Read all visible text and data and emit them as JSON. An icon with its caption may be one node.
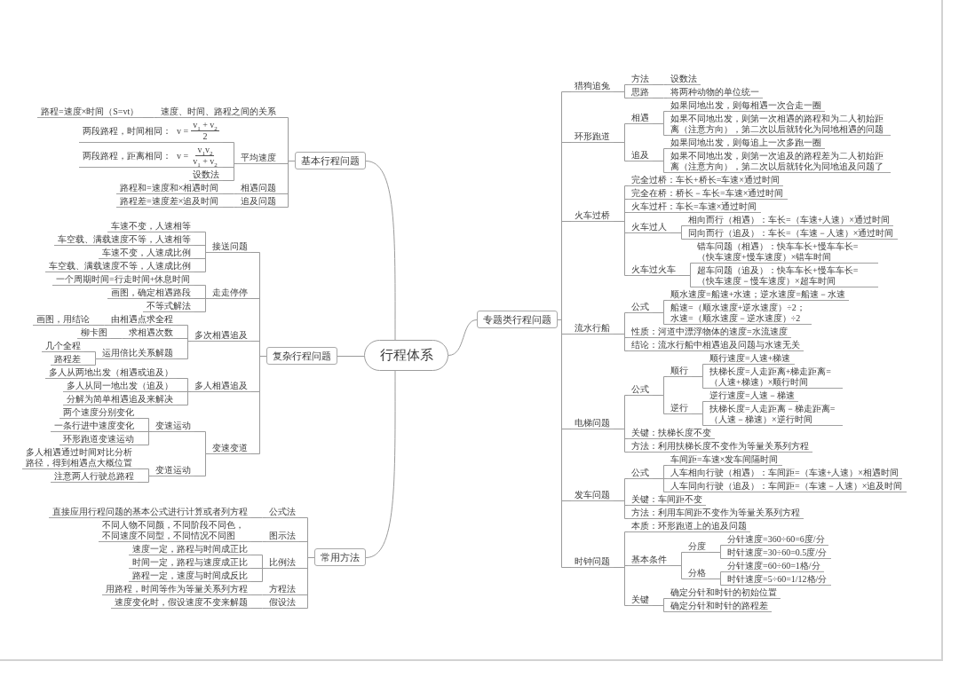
{
  "diagram": {
    "nodes": [
      {
        "text": [
          "行程体系"
        ]
      },
      {
        "text": [
          "基本行程问题"
        ]
      },
      {
        "text": [
          "速度、时间、路程之间的关系"
        ]
      },
      {
        "text": [
          "路程=速度×时间（S=vt）"
        ]
      },
      {
        "text": [
          "平均速度"
        ]
      },
      {
        "text": [
          "两段路程，时间相同：",
          "v =",
          "v$_{1}$ + v$_{2}$",
          "2"
        ]
      },
      {
        "text": [
          "两段路程，距离相同：",
          "v =",
          "v$_{1}$v$_{2}$",
          "v$_{1}$ + v$_{2}$"
        ]
      },
      {
        "text": [
          "设数法"
        ]
      },
      {
        "text": [
          "相遇问题"
        ]
      },
      {
        "text": [
          "路程和=速度和×相遇时间"
        ]
      },
      {
        "text": [
          "追及问题"
        ]
      },
      {
        "text": [
          "路程差=速度差×追及时间"
        ]
      },
      {
        "text": [
          "复杂行程问题"
        ]
      },
      {
        "text": [
          "接送问题"
        ]
      },
      {
        "text": [
          "车速不变，人速相等"
        ]
      },
      {
        "text": [
          "车空载、满载速度不等，人速相等"
        ]
      },
      {
        "text": [
          "车速不变，人速成比例"
        ]
      },
      {
        "text": [
          "车空载、满载速度不等，人速成比例"
        ]
      },
      {
        "text": [
          "走走停停"
        ]
      },
      {
        "text": [
          "一个周期时间=行走时间+休息时间"
        ]
      },
      {
        "text": [
          "画图，确定相遇路段"
        ]
      },
      {
        "text": [
          "不等式解法"
        ]
      },
      {
        "text": [
          "多次相遇追及"
        ]
      },
      {
        "text": [
          "由相遇点求全程"
        ]
      },
      {
        "text": [
          "画图，用结论"
        ]
      },
      {
        "text": [
          "求相遇次数"
        ]
      },
      {
        "text": [
          "柳卡图"
        ]
      },
      {
        "text": [
          "运用倍比关系解题"
        ]
      },
      {
        "text": [
          "几个全程"
        ]
      },
      {
        "text": [
          "路程差"
        ]
      },
      {
        "text": [
          "多人相遇追及"
        ]
      },
      {
        "text": [
          "多人从两地出发（相遇或追及）"
        ]
      },
      {
        "text": [
          "多人从同一地出发（追及）"
        ]
      },
      {
        "text": [
          "分解为简单相遇追及来解决"
        ]
      },
      {
        "text": [
          "变速变道"
        ]
      },
      {
        "text": [
          "变速运动"
        ]
      },
      {
        "text": [
          "两个速度分别变化"
        ]
      },
      {
        "text": [
          "一条行进中速度变化"
        ]
      },
      {
        "text": [
          "环形跑道变速运动"
        ]
      },
      {
        "text": [
          "变道运动"
        ]
      },
      {
        "text": [
          "多人相遇通过时间对比分析路径，得到相遇点大概位置"
        ]
      },
      {
        "text": [
          "注意两人行驶总路程"
        ]
      },
      {
        "text": [
          "常用方法"
        ]
      },
      {
        "text": [
          "公式法"
        ]
      },
      {
        "text": [
          "直接应用行程问题的基本公式进行计算或者列方程"
        ]
      },
      {
        "text": [
          "图示法"
        ]
      },
      {
        "text": [
          "不同人物不同颜，不同阶段不同色，不同速度不同型，不同情况不同图"
        ]
      },
      {
        "text": [
          "比例法"
        ]
      },
      {
        "text": [
          "速度一定，路程与时间成正比"
        ]
      },
      {
        "text": [
          "时间一定，路程与速度成正比"
        ]
      },
      {
        "text": [
          "路程一定，速度与时间成反比"
        ]
      },
      {
        "text": [
          "方程法"
        ]
      },
      {
        "text": [
          "用路程，时间等作为等量关系列方程"
        ]
      },
      {
        "text": [
          "假设法"
        ]
      },
      {
        "text": [
          "速度变化时，假设速度不变来解题"
        ]
      },
      {
        "text": [
          "专题类行程问题"
        ]
      },
      {
        "text": [
          "猎狗追兔"
        ]
      },
      {
        "text": [
          "方法"
        ]
      },
      {
        "text": [
          "设数法"
        ]
      },
      {
        "text": [
          "思路"
        ]
      },
      {
        "text": [
          "将两种动物的单位统一"
        ]
      },
      {
        "text": [
          "环形跑道"
        ]
      },
      {
        "text": [
          "相遇"
        ]
      },
      {
        "text": [
          "如果同地出发，则每相遇一次合走一圈"
        ]
      },
      {
        "text": [
          "如果不同地出发，则第一次相遇的路程和为二人初始距离（注意方向），第二次以后就转化为同地相遇的问题"
        ]
      },
      {
        "text": [
          "追及"
        ]
      },
      {
        "text": [
          "如果同地出发，则每追上一次多跑一圈"
        ]
      },
      {
        "text": [
          "如果不同地出发，则第一次追及的路程差为二人初始距离（注意方向），第二次以后就转化为同地追及问题了"
        ]
      },
      {
        "text": [
          "火车过桥"
        ]
      },
      {
        "text": [
          "完全过桥：车长+桥长=车速×通过时间"
        ]
      },
      {
        "text": [
          "完全在桥：桥长－车长=车速×通过时间"
        ]
      },
      {
        "text": [
          "火车过杆：车长=车速×通过时间"
        ]
      },
      {
        "text": [
          "火车过人"
        ]
      },
      {
        "text": [
          "相向而行（相遇）：车长=（车速+人速）×通过时间"
        ]
      },
      {
        "text": [
          "同向而行（追及）：车长=（车速－人速）×通过时间"
        ]
      },
      {
        "text": [
          "火车过火车"
        ]
      },
      {
        "text": [
          "错车问题（相遇）：快车车长+慢车车长=（快车速度+慢车速度）×错车时间"
        ]
      },
      {
        "text": [
          "超车问题（追及）：快车车长+慢车车长=（快车速度－慢车速度）×超车时间"
        ]
      },
      {
        "text": [
          "流水行船"
        ]
      },
      {
        "text": [
          "公式"
        ]
      },
      {
        "text": [
          "顺水速度=船速+水速；逆水速度=船速－水速"
        ]
      },
      {
        "text": [
          "船速=（顺水速度+逆水速度）÷2；水速=（顺水速度－逆水速度）÷2"
        ]
      },
      {
        "text": [
          "性质：河道中漂浮物体的速度=水流速度"
        ]
      },
      {
        "text": [
          "结论：流水行船中相遇追及问题与水速无关"
        ]
      },
      {
        "text": [
          "电梯问题"
        ]
      },
      {
        "text": [
          "公式"
        ]
      },
      {
        "text": [
          "顺行"
        ]
      },
      {
        "text": [
          "顺行速度=人速+梯速"
        ]
      },
      {
        "text": [
          "扶梯长度=人走距离+梯走距离=（人速+梯速）×顺行时间"
        ]
      },
      {
        "text": [
          "逆行"
        ]
      },
      {
        "text": [
          "逆行速度=人速－梯速"
        ]
      },
      {
        "text": [
          "扶梯长度=人走距离－梯走距离=（人速－梯速）×逆行时间"
        ]
      },
      {
        "text": [
          "关键：扶梯长度不变"
        ]
      },
      {
        "text": [
          "方法：利用扶梯长度不变作为等量关系列方程"
        ]
      },
      {
        "text": [
          "发车问题"
        ]
      },
      {
        "text": [
          "公式"
        ]
      },
      {
        "text": [
          "车间距=车速×发车间隔时间"
        ]
      },
      {
        "text": [
          "人车相向行驶（相遇）：车间距=（车速+人速）×相遇时间"
        ]
      },
      {
        "text": [
          "人车同向行驶（追及）：车间距=（车速－人速）×追及时间"
        ]
      },
      {
        "text": [
          "关键：车间距不变"
        ]
      },
      {
        "text": [
          "方法：利用车间距不变作为等量关系列方程"
        ]
      },
      {
        "text": [
          "时钟问题"
        ]
      },
      {
        "text": [
          "本质：环形跑道上的追及问题"
        ]
      },
      {
        "text": [
          "基本条件"
        ]
      },
      {
        "text": [
          "分度"
        ]
      },
      {
        "text": [
          "分针速度=360÷60=6度/分"
        ]
      },
      {
        "text": [
          "时针速度=30÷60=0.5度/分"
        ]
      },
      {
        "text": [
          "分格"
        ]
      },
      {
        "text": [
          "分针速度=60÷60=1格/分"
        ]
      },
      {
        "text": [
          "时针速度=5÷60=1/12格/分"
        ]
      },
      {
        "text": [
          "关键"
        ]
      },
      {
        "text": [
          "确定分针和时针的初始位置"
        ]
      },
      {
        "text": [
          "确定分针和时针的路程差"
        ]
      }
    ],
    "edges": [
      {
        "from": 0,
        "to": 1,
        "arrow": "none"
      },
      {
        "from": 1,
        "to": 2,
        "arrow": "none"
      },
      {
        "from": 2,
        "to": 3,
        "arrow": "none"
      },
      {
        "from": 1,
        "to": 4,
        "arrow": "none"
      },
      {
        "from": 4,
        "to": 5,
        "arrow": "none"
      },
      {
        "from": 4,
        "to": 6,
        "arrow": "none"
      },
      {
        "from": 4,
        "to": 7,
        "arrow": "none"
      },
      {
        "from": 1,
        "to": 8,
        "arrow": "none"
      },
      {
        "from": 8,
        "to": 9,
        "arrow": "none"
      },
      {
        "from": 1,
        "to": 10,
        "arrow": "none"
      },
      {
        "from": 10,
        "to": 11,
        "arrow": "none"
      },
      {
        "from": 0,
        "to": 12,
        "arrow": "none"
      },
      {
        "from": 12,
        "to": 13,
        "arrow": "none"
      },
      {
        "from": 13,
        "to": 14,
        "arrow": "none"
      },
      {
        "from": 13,
        "to": 15,
        "arrow": "none"
      },
      {
        "from": 13,
        "to": 16,
        "arrow": "none"
      },
      {
        "from": 13,
        "to": 17,
        "arrow": "none"
      },
      {
        "from": 12,
        "to": 18,
        "arrow": "none"
      },
      {
        "from": 18,
        "to": 19,
        "arrow": "none"
      },
      {
        "from": 18,
        "to": 20,
        "arrow": "none"
      },
      {
        "from": 18,
        "to": 21,
        "arrow": "none"
      },
      {
        "from": 12,
        "to": 22,
        "arrow": "none"
      },
      {
        "from": 22,
        "to": 23,
        "arrow": "none"
      },
      {
        "from": 23,
        "to": 24,
        "arrow": "none"
      },
      {
        "from": 22,
        "to": 25,
        "arrow": "none"
      },
      {
        "from": 25,
        "to": 26,
        "arrow": "none"
      },
      {
        "from": 22,
        "to": 27,
        "arrow": "none"
      },
      {
        "from": 27,
        "to": 28,
        "arrow": "none"
      },
      {
        "from": 27,
        "to": 29,
        "arrow": "none"
      },
      {
        "from": 12,
        "to": 30,
        "arrow": "none"
      },
      {
        "from": 30,
        "to": 31,
        "arrow": "none"
      },
      {
        "from": 30,
        "to": 32,
        "arrow": "none"
      },
      {
        "from": 30,
        "to": 33,
        "arrow": "none"
      },
      {
        "from": 12,
        "to": 34,
        "arrow": "none"
      },
      {
        "from": 34,
        "to": 35,
        "arrow": "none"
      },
      {
        "from": 35,
        "to": 36,
        "arrow": "none"
      },
      {
        "from": 35,
        "to": 37,
        "arrow": "none"
      },
      {
        "from": 35,
        "to": 38,
        "arrow": "none"
      },
      {
        "from": 34,
        "to": 39,
        "arrow": "none"
      },
      {
        "from": 39,
        "to": 40,
        "arrow": "none"
      },
      {
        "from": 39,
        "to": 41,
        "arrow": "none"
      },
      {
        "from": 0,
        "to": 42,
        "arrow": "none"
      },
      {
        "from": 42,
        "to": 43,
        "arrow": "none"
      },
      {
        "from": 43,
        "to": 44,
        "arrow": "none"
      },
      {
        "from": 42,
        "to": 45,
        "arrow": "none"
      },
      {
        "from": 45,
        "to": 46,
        "arrow": "none"
      },
      {
        "from": 42,
        "to": 47,
        "arrow": "none"
      },
      {
        "from": 47,
        "to": 48,
        "arrow": "none"
      },
      {
        "from": 47,
        "to": 49,
        "arrow": "none"
      },
      {
        "from": 47,
        "to": 50,
        "arrow": "none"
      },
      {
        "from": 42,
        "to": 51,
        "arrow": "none"
      },
      {
        "from": 51,
        "to": 52,
        "arrow": "none"
      },
      {
        "from": 42,
        "to": 53,
        "arrow": "none"
      },
      {
        "from": 53,
        "to": 54,
        "arrow": "none"
      },
      {
        "from": 0,
        "to": 55,
        "arrow": "none"
      },
      {
        "from": 55,
        "to": 56,
        "arrow": "none"
      },
      {
        "from": 56,
        "to": 57,
        "arrow": "none"
      },
      {
        "from": 57,
        "to": 58,
        "arrow": "none"
      },
      {
        "from": 56,
        "to": 59,
        "arrow": "none"
      },
      {
        "from": 59,
        "to": 60,
        "arrow": "none"
      },
      {
        "from": 55,
        "to": 61,
        "arrow": "none"
      },
      {
        "from": 61,
        "to": 62,
        "arrow": "none"
      },
      {
        "from": 62,
        "to": 63,
        "arrow": "none"
      },
      {
        "from": 62,
        "to": 64,
        "arrow": "none"
      },
      {
        "from": 61,
        "to": 65,
        "arrow": "none"
      },
      {
        "from": 65,
        "to": 66,
        "arrow": "none"
      },
      {
        "from": 65,
        "to": 67,
        "arrow": "none"
      },
      {
        "from": 55,
        "to": 68,
        "arrow": "none"
      },
      {
        "from": 68,
        "to": 69,
        "arrow": "none"
      },
      {
        "from": 68,
        "to": 70,
        "arrow": "none"
      },
      {
        "from": 68,
        "to": 71,
        "arrow": "none"
      },
      {
        "from": 68,
        "to": 72,
        "arrow": "none"
      },
      {
        "from": 72,
        "to": 73,
        "arrow": "none"
      },
      {
        "from": 72,
        "to": 74,
        "arrow": "none"
      },
      {
        "from": 68,
        "to": 75,
        "arrow": "none"
      },
      {
        "from": 75,
        "to": 76,
        "arrow": "none"
      },
      {
        "from": 75,
        "to": 77,
        "arrow": "none"
      },
      {
        "from": 55,
        "to": 78,
        "arrow": "none"
      },
      {
        "from": 78,
        "to": 79,
        "arrow": "none"
      },
      {
        "from": 79,
        "to": 80,
        "arrow": "none"
      },
      {
        "from": 79,
        "to": 81,
        "arrow": "none"
      },
      {
        "from": 78,
        "to": 82,
        "arrow": "none"
      },
      {
        "from": 78,
        "to": 83,
        "arrow": "none"
      },
      {
        "from": 55,
        "to": 84,
        "arrow": "none"
      },
      {
        "from": 84,
        "to": 85,
        "arrow": "none"
      },
      {
        "from": 85,
        "to": 86,
        "arrow": "none"
      },
      {
        "from": 86,
        "to": 87,
        "arrow": "none"
      },
      {
        "from": 86,
        "to": 88,
        "arrow": "none"
      },
      {
        "from": 85,
        "to": 89,
        "arrow": "none"
      },
      {
        "from": 89,
        "to": 90,
        "arrow": "none"
      },
      {
        "from": 89,
        "to": 91,
        "arrow": "none"
      },
      {
        "from": 84,
        "to": 92,
        "arrow": "none"
      },
      {
        "from": 84,
        "to": 93,
        "arrow": "none"
      },
      {
        "from": 55,
        "to": 94,
        "arrow": "none"
      },
      {
        "from": 94,
        "to": 95,
        "arrow": "none"
      },
      {
        "from": 95,
        "to": 96,
        "arrow": "none"
      },
      {
        "from": 95,
        "to": 97,
        "arrow": "none"
      },
      {
        "from": 95,
        "to": 98,
        "arrow": "none"
      },
      {
        "from": 94,
        "to": 99,
        "arrow": "none"
      },
      {
        "from": 94,
        "to": 100,
        "arrow": "none"
      },
      {
        "from": 55,
        "to": 101,
        "arrow": "none"
      },
      {
        "from": 101,
        "to": 102,
        "arrow": "none"
      },
      {
        "from": 101,
        "to": 103,
        "arrow": "none"
      },
      {
        "from": 103,
        "to": 104,
        "arrow": "none"
      },
      {
        "from": 104,
        "to": 105,
        "arrow": "none"
      },
      {
        "from": 104,
        "to": 106,
        "arrow": "none"
      },
      {
        "from": 103,
        "to": 107,
        "arrow": "none"
      },
      {
        "from": 107,
        "to": 108,
        "arrow": "none"
      },
      {
        "from": 107,
        "to": 109,
        "arrow": "none"
      },
      {
        "from": 101,
        "to": 110,
        "arrow": "none"
      },
      {
        "from": 110,
        "to": 111,
        "arrow": "none"
      },
      {
        "from": 110,
        "to": 112,
        "arrow": "none"
      }
    ]
  }
}
